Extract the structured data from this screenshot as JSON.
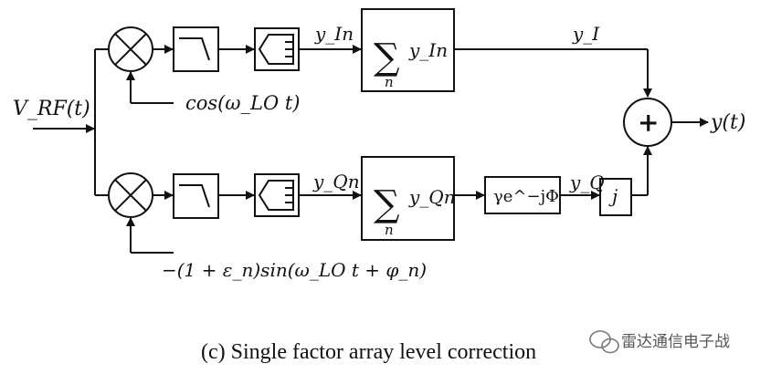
{
  "input_label": "V_RF(t)",
  "output_label": "y(t)",
  "i_branch": {
    "lo_label": "cos(ω_LO t)",
    "adc_out": "y_In",
    "sum_expr": "y_In",
    "sum_index": "n",
    "out_label": "y_I"
  },
  "q_branch": {
    "lo_label": "−(1 + ε_n)sin(ω_LO t + φ_n)",
    "adc_out": "y_Qn",
    "sum_expr": "y_Qn",
    "sum_index": "n",
    "gain_label": "γe^−jΦ",
    "out_label": "y_Q",
    "j_label": "j"
  },
  "summer_symbol": "+",
  "caption": "(c) Single factor array level correction",
  "watermark": "雷达通信电子战",
  "colors": {
    "line": "#111111",
    "background": "#ffffff",
    "watermark": "#666666"
  }
}
